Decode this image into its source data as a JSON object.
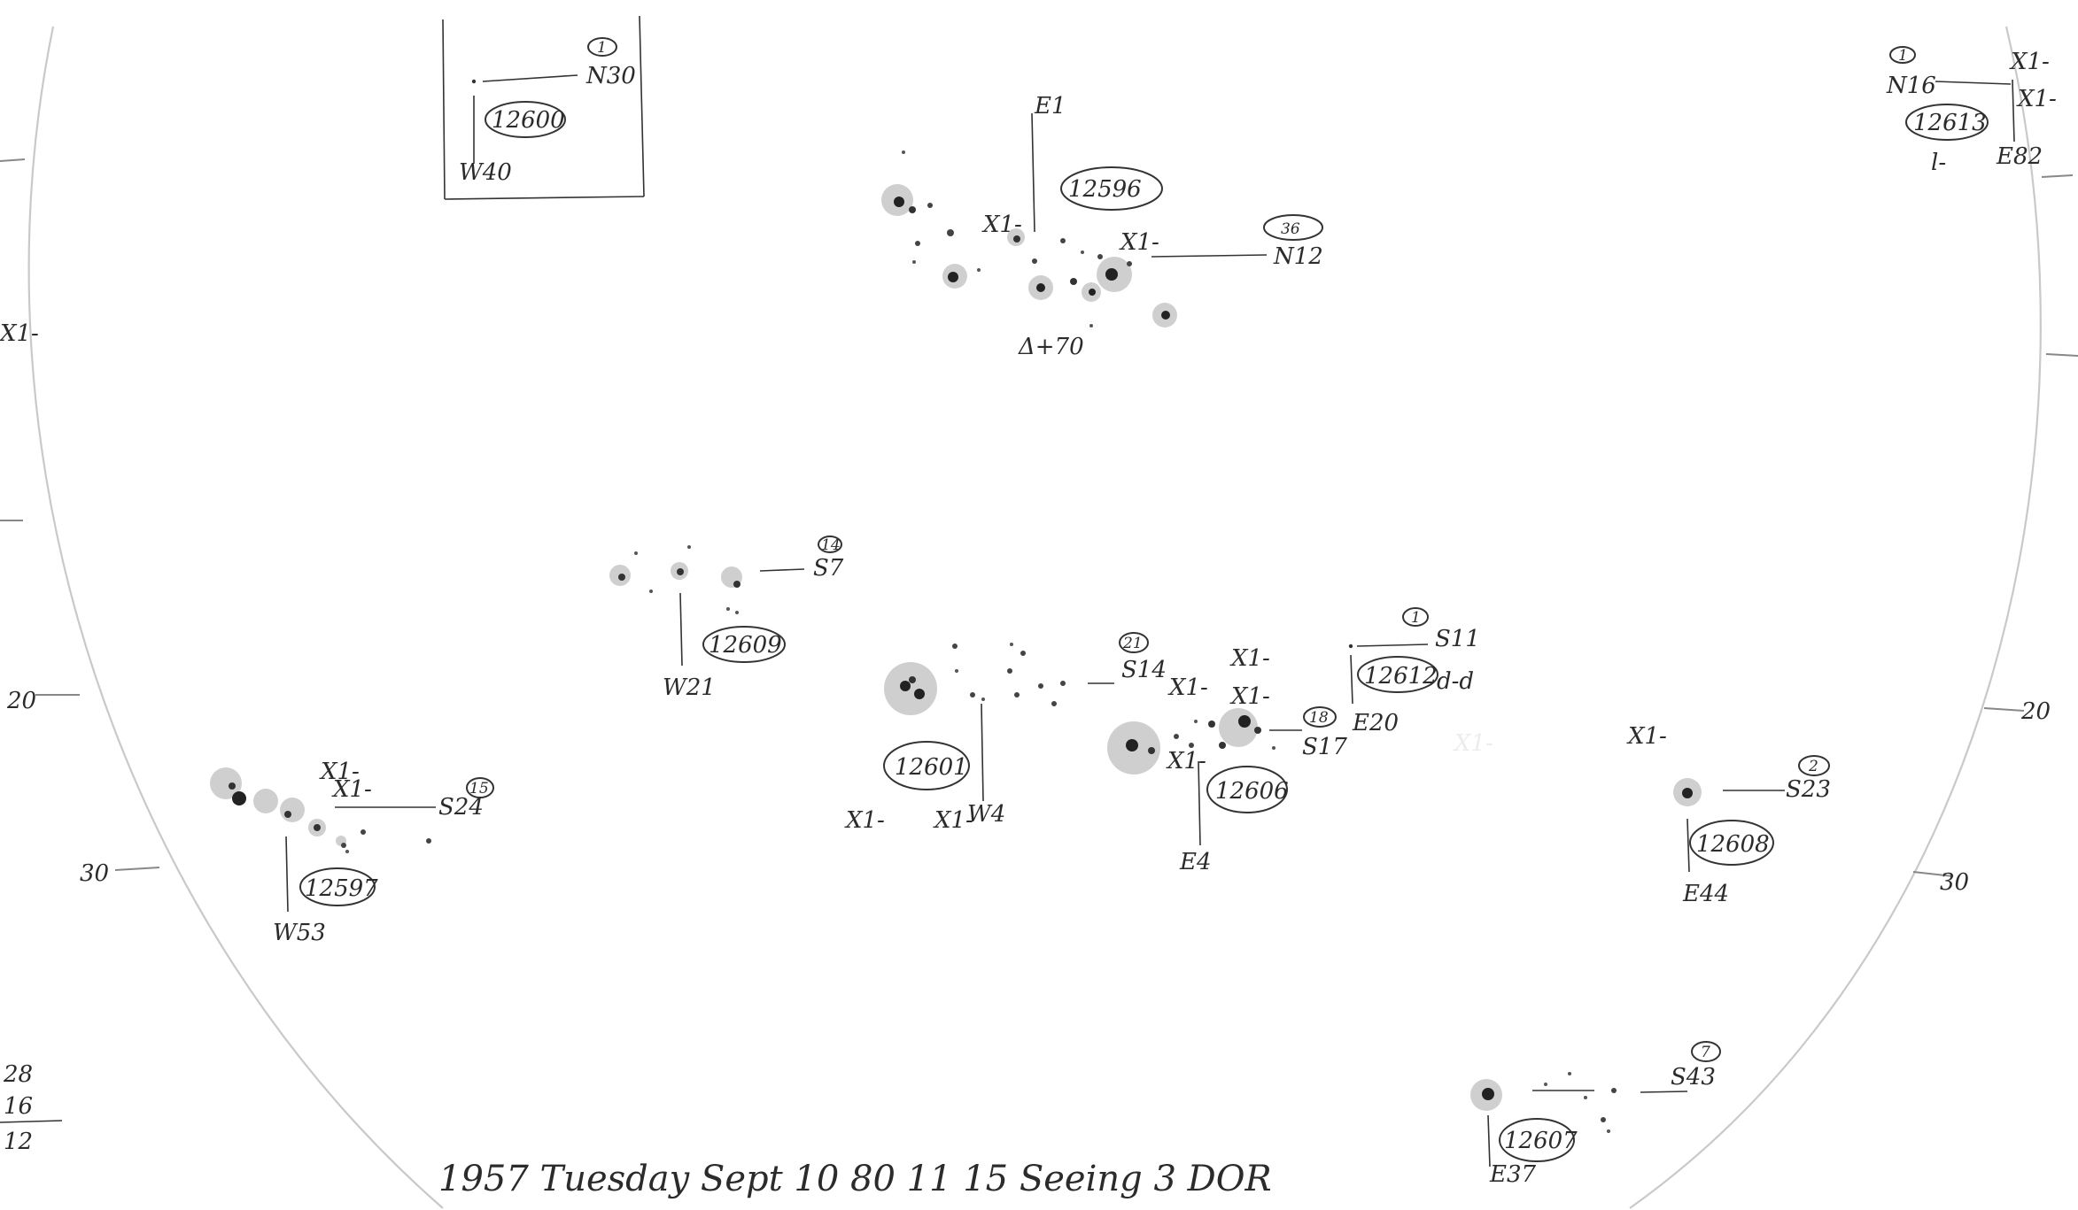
{
  "groups": [
    {
      "id": "12596",
      "count": "36",
      "lat": "N12",
      "lon": "E1"
    },
    {
      "id": "12600",
      "count": "1",
      "lat": "N30",
      "lon": "W40"
    },
    {
      "id": "12613",
      "count": "1",
      "lat": "N16",
      "lon": "E82",
      "note": "l-"
    },
    {
      "id": "12609",
      "count": "14",
      "lat": "S7",
      "lon": "W21"
    },
    {
      "id": "12601",
      "count": "21",
      "lat": "S14",
      "lon": "W4"
    },
    {
      "id": "12606",
      "count": "18",
      "lat": "S17",
      "lon": "E4"
    },
    {
      "id": "12612",
      "count": "1",
      "lat": "S11",
      "lon": "E20",
      "note": "d-d"
    },
    {
      "id": "12597",
      "count": "15",
      "lat": "S24",
      "lon": "W53"
    },
    {
      "id": "12608",
      "count": "2",
      "lat": "S23",
      "lon": "E44"
    },
    {
      "id": "12607",
      "count": "7",
      "lat": "S43",
      "lon": "E37"
    }
  ],
  "flare_mark": "X1-",
  "annotations": {
    "near_12596": "Δ+70",
    "limb_left_20": "20",
    "limb_left_30": "30",
    "limb_right_20": "20",
    "limb_right_30": "30"
  },
  "totals": {
    "line1": "28",
    "line2": "16",
    "line3": "12"
  },
  "footer": "1957 Tuesday Sept 10 80  11 15  Seeing 3  DOR"
}
